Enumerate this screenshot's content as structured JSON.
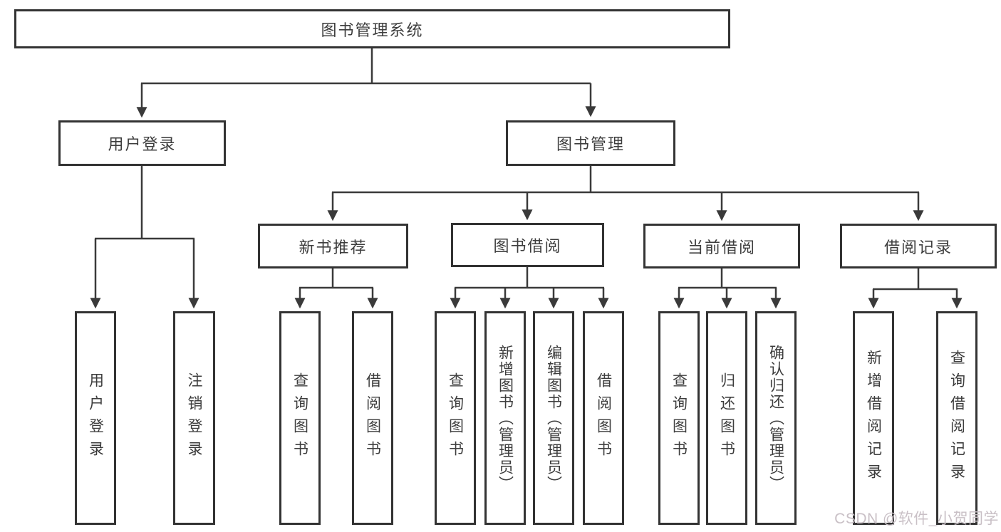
{
  "diagram_title": "图书管理系统",
  "tree": {
    "root": {
      "label": "图书管理系统"
    },
    "branches": [
      {
        "label": "用户登录",
        "children": [
          {
            "label": "用户登录"
          },
          {
            "label": "注销登录"
          }
        ]
      },
      {
        "label": "图书管理",
        "groups": [
          {
            "label": "新书推荐",
            "children": [
              {
                "label": "查询图书"
              },
              {
                "label": "借阅图书"
              }
            ]
          },
          {
            "label": "图书借阅",
            "children": [
              {
                "label": "查询图书"
              },
              {
                "label": "新增图书（管理员）"
              },
              {
                "label": "编辑图书（管理员）"
              },
              {
                "label": "借阅图书"
              }
            ]
          },
          {
            "label": "当前借阅",
            "children": [
              {
                "label": "查询图书"
              },
              {
                "label": "归还图书"
              },
              {
                "label": "确认归还（管理员）"
              }
            ]
          },
          {
            "label": "借阅记录",
            "children": [
              {
                "label": "新增借阅记录"
              },
              {
                "label": "查询借阅记录"
              }
            ]
          }
        ]
      }
    ]
  },
  "watermark": {
    "text": "CSDN @软件_小贺同学"
  },
  "colors": {
    "line": "#3a3a3a",
    "border": "#333333",
    "text": "#3d3d3d",
    "watermark": "#c9c0c6",
    "background": "#ffffff"
  }
}
